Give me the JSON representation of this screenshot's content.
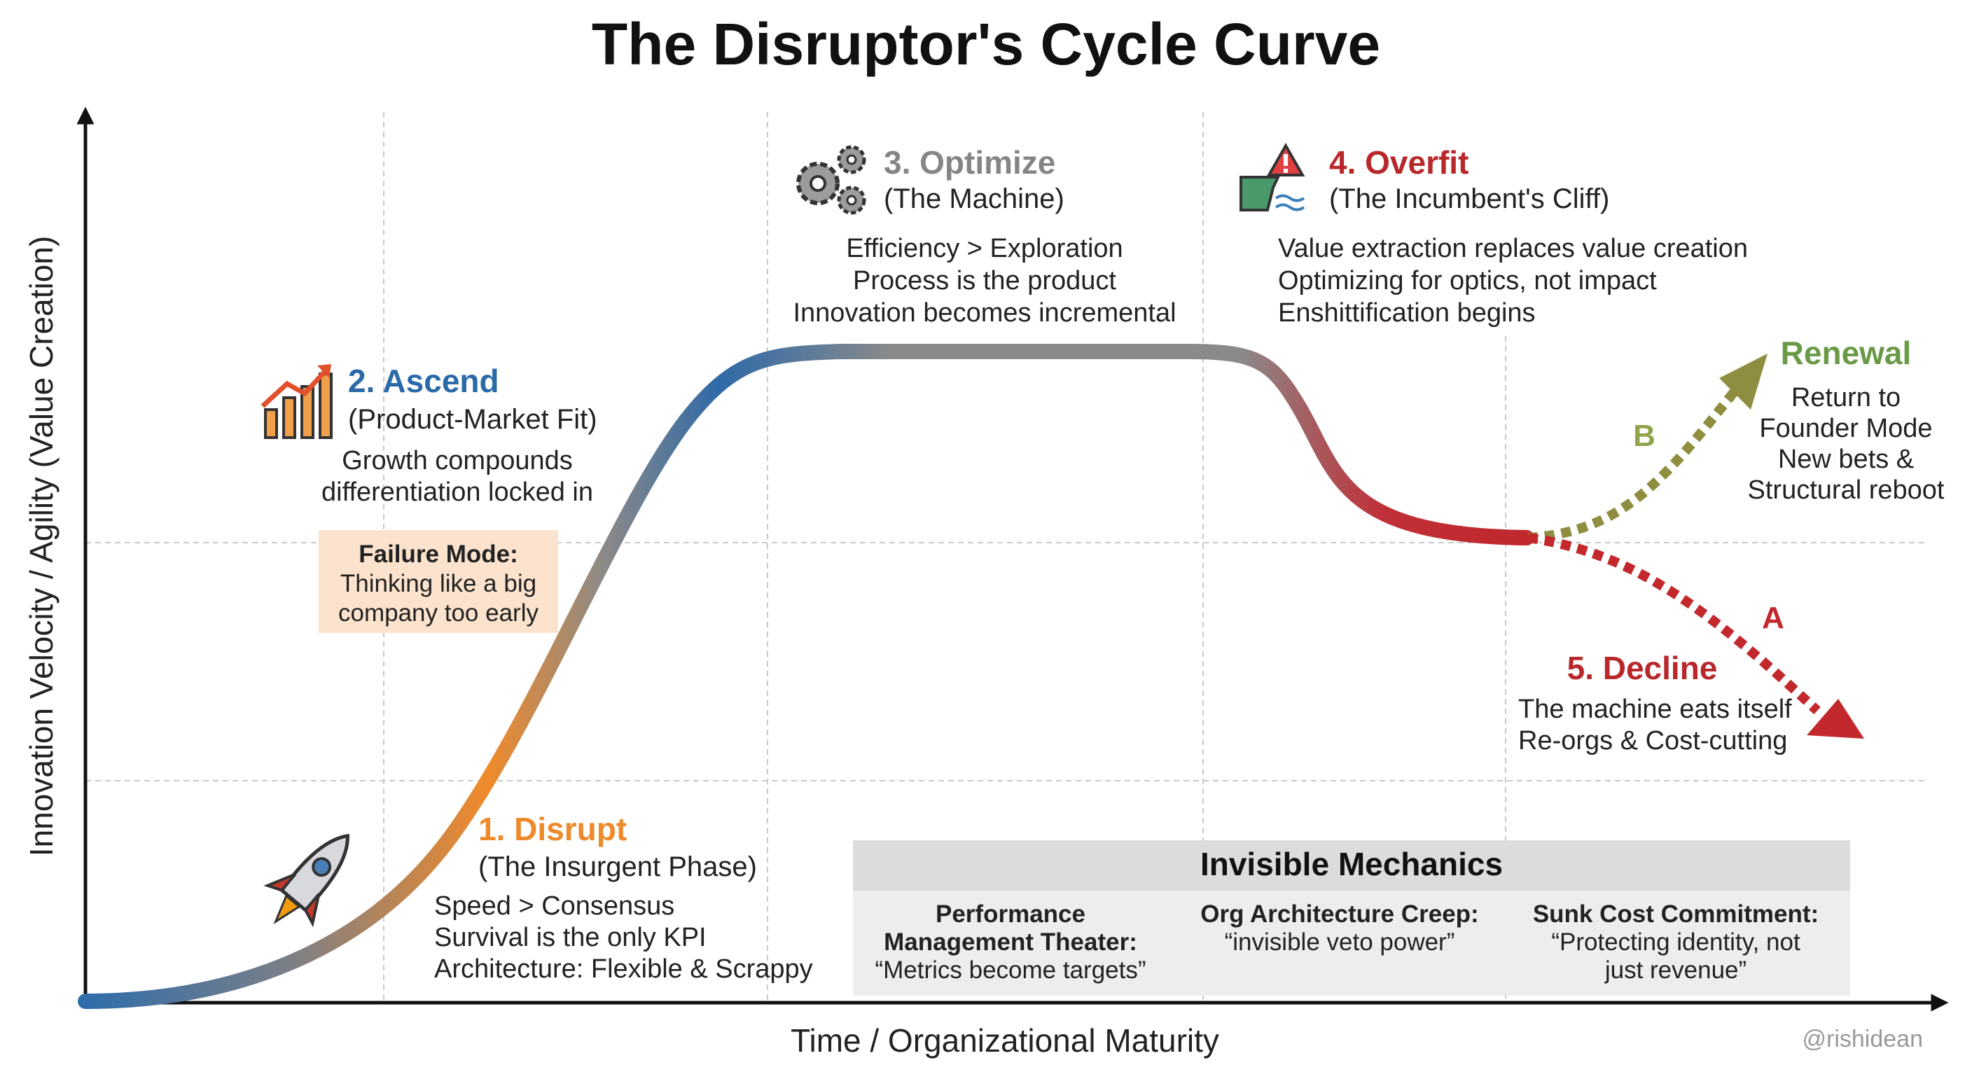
{
  "title": "The Disruptor's Cycle Curve",
  "axes": {
    "y_label": "Innovation Velocity / Agility (Value Creation)",
    "x_label": "Time / Organizational Maturity"
  },
  "phases": [
    {
      "number_title": "1. Disrupt",
      "subtitle": "(The Insurgent Phase)",
      "lines": [
        "Speed > Consensus",
        "Survival is the only KPI",
        "Architecture: Flexible & Scrappy"
      ],
      "color": "#ee8a2b",
      "icon": "rocket-icon"
    },
    {
      "number_title": "2. Ascend",
      "subtitle": "(Product-Market Fit)",
      "lines": [
        "Growth compounds",
        "differentiation locked in"
      ],
      "color": "#2b6aa8",
      "icon": "growth-chart-icon"
    },
    {
      "number_title": "3. Optimize",
      "subtitle": "(The Machine)",
      "lines": [
        "Efficiency > Exploration",
        "Process is the product",
        "Innovation becomes incremental"
      ],
      "color": "#858585",
      "icon": "gears-icon"
    },
    {
      "number_title": "4. Overfit",
      "subtitle": "(The Incumbent's Cliff)",
      "lines": [
        "Value extraction replaces value creation",
        "Optimizing for optics, not impact",
        "Enshittification begins"
      ],
      "color": "#b8282b",
      "icon": "cliff-warning-icon"
    },
    {
      "number_title": "5. Decline",
      "lines": [
        "The machine eats itself",
        "Re-orgs & Cost-cutting"
      ],
      "color": "#b8282b"
    }
  ],
  "failure_mode": {
    "title": "Failure Mode:",
    "lines": [
      "Thinking like a big",
      "company too early"
    ],
    "bg_color": "#fbe3cd"
  },
  "renewal": {
    "title": "Renewal",
    "lines": [
      "Return to",
      "Founder Mode",
      "New bets &",
      "Structural reboot"
    ],
    "color": "#6b9a47"
  },
  "branches": {
    "b_label": "B",
    "a_label": "A",
    "b_color": "#8f8d3f",
    "a_color": "#c2282c"
  },
  "mechanics": {
    "header": "Invisible Mechanics",
    "items": [
      {
        "title_lines": [
          "Performance",
          "Management Theater:"
        ],
        "quote": "“Metrics become targets”"
      },
      {
        "title_lines": [
          "Org Architecture Creep:"
        ],
        "quote": "“invisible veto power”"
      },
      {
        "title_lines": [
          "Sunk Cost Commitment:"
        ],
        "quote_lines": [
          "“Protecting identity, not",
          "just revenue”"
        ]
      }
    ]
  },
  "credit": "@rishidean"
}
